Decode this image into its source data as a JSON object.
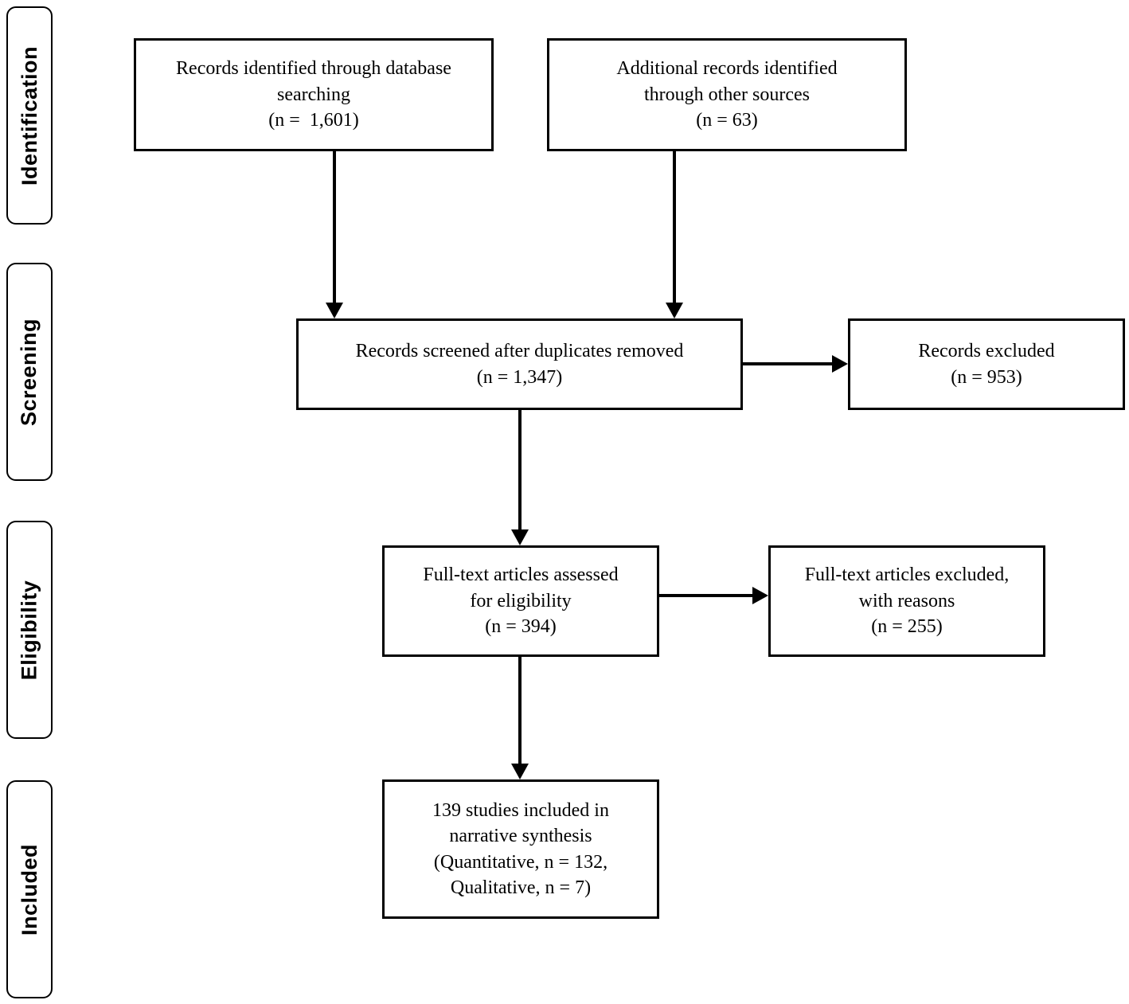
{
  "colors": {
    "ink": "#000000",
    "background": "#ffffff"
  },
  "stages": [
    {
      "label": "Identification"
    },
    {
      "label": "Screening"
    },
    {
      "label": "Eligibility"
    },
    {
      "label": "Included"
    }
  ],
  "boxes": {
    "records_identified": {
      "text": "Records identified through database\nsearching\n(n =  1,601)"
    },
    "additional_records": {
      "text": "Additional records identified\nthrough other sources\n(n = 63)"
    },
    "records_screened": {
      "text": "Records screened after duplicates removed\n(n = 1,347)"
    },
    "records_excluded": {
      "text": "Records excluded\n(n = 953)"
    },
    "fulltext_assessed": {
      "text": "Full-text articles assessed\nfor eligibility\n(n = 394)"
    },
    "fulltext_excluded": {
      "text": "Full-text articles excluded,\nwith reasons\n(n = 255)"
    },
    "studies_included": {
      "text": "139 studies included in\nnarrative synthesis\n(Quantitative, n = 132,\nQualitative, n = 7)"
    }
  }
}
